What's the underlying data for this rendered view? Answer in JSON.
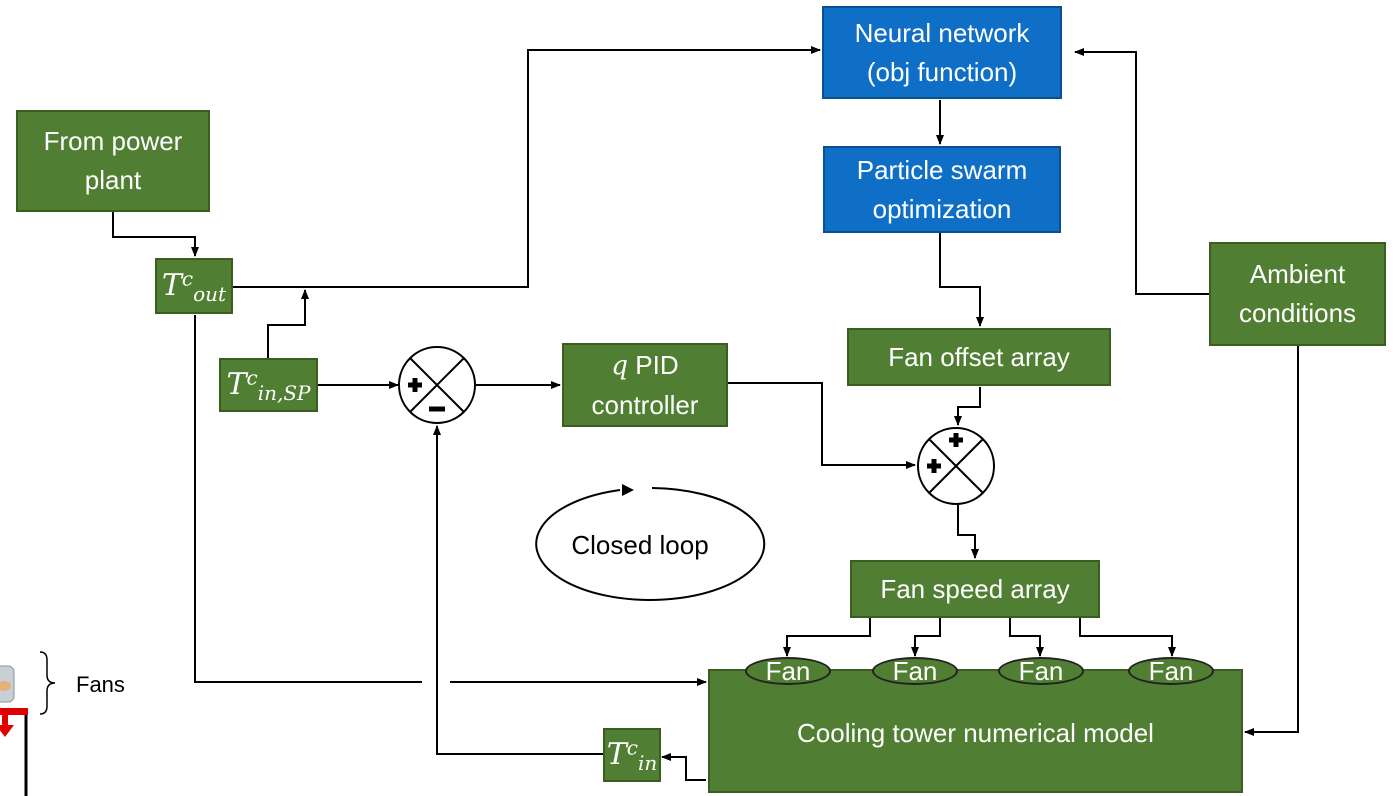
{
  "blocks": {
    "neural_network": {
      "line1": "Neural network",
      "line2": "(obj function)"
    },
    "pso": {
      "line1": "Particle swarm",
      "line2": "optimization"
    },
    "from_power_plant": {
      "line1": "From power",
      "line2": "plant"
    },
    "ambient": {
      "line1": "Ambient",
      "line2": "conditions"
    },
    "fan_offset": {
      "label": "Fan offset array"
    },
    "fan_speed": {
      "label": "Fan speed array"
    },
    "pid": {
      "var": "q",
      "line1": " PID",
      "line2": "controller"
    },
    "cooling_tower": {
      "label": "Cooling tower numerical model"
    }
  },
  "variables": {
    "t_out": {
      "symbol": "T",
      "sup": "c",
      "sub": "out"
    },
    "t_in_sp": {
      "symbol": "T",
      "sup": "c",
      "sub": "in,SP"
    },
    "t_in": {
      "symbol": "T",
      "sup": "c",
      "sub": "in"
    }
  },
  "fans": {
    "label": "Fan"
  },
  "loop": {
    "label": "Closed loop"
  },
  "legend": {
    "fans_label": "Fans"
  },
  "colors": {
    "green": "#507e32",
    "blue": "#0f6fc6",
    "line": "#000000"
  }
}
